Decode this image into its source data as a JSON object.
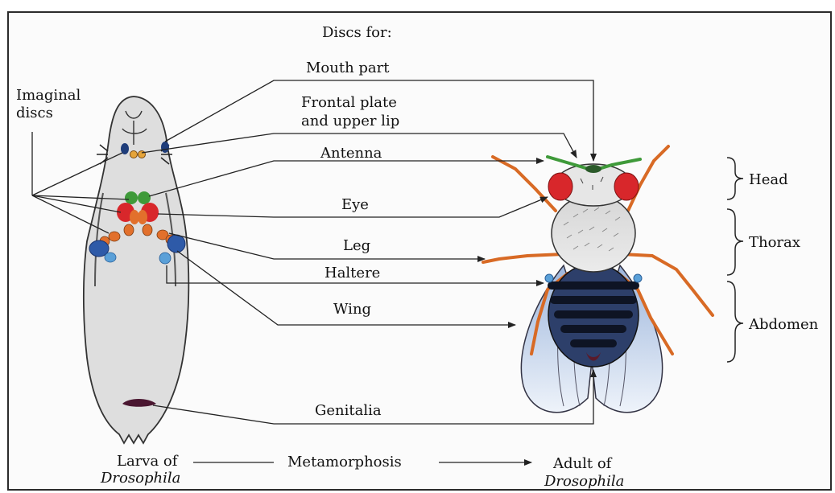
{
  "heading": "Discs for:",
  "imaginal_discs_label": [
    "Imaginal",
    "discs"
  ],
  "discs": {
    "mouth_part": "Mouth part",
    "frontal_plate": [
      "Frontal plate",
      "and upper lip"
    ],
    "antenna": "Antenna",
    "eye": "Eye",
    "leg": "Leg",
    "haltere": "Haltere",
    "wing": "Wing",
    "genitalia": "Genitalia"
  },
  "body_regions": {
    "head": "Head",
    "thorax": "Thorax",
    "abdomen": "Abdomen"
  },
  "larva_caption": [
    "Larva of",
    "Drosophila"
  ],
  "process_label": "Metamorphosis",
  "adult_caption": [
    "Adult of",
    "Drosophila"
  ],
  "colors": {
    "eye_red": "#d8272b",
    "antenna_green": "#3f9a3a",
    "leg_orange": "#e2702c",
    "wing_blue": "#2e5aa8",
    "haltere_blue": "#5aa0d8",
    "larva_body": "#dedede",
    "line": "#222222"
  }
}
